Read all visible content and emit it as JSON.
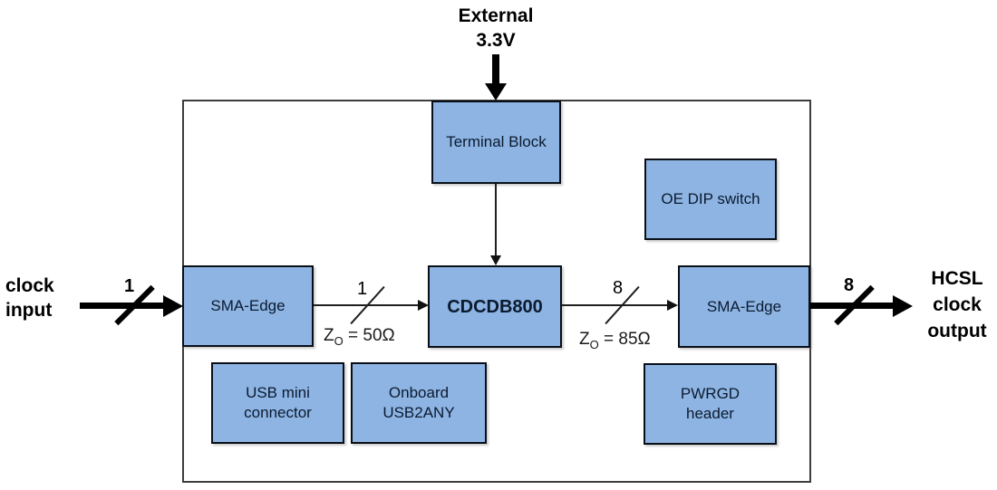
{
  "colors": {
    "box_fill": "#8DB4E2",
    "box_border": "#0A0F17",
    "box_text": "#0C1A30",
    "outline_border": "#3D3D3D",
    "arrow_color": "#000000",
    "background": "#FFFFFF"
  },
  "labels": {
    "external_supply": "External\n3.3V",
    "clock_input": "clock\ninput",
    "hcsl_output": "HCSL\nclock\noutput"
  },
  "boxes": {
    "terminal_block": {
      "label": "Terminal Block"
    },
    "oe_dip_switch": {
      "label": "OE DIP switch"
    },
    "sma_edge_in": {
      "label": "SMA-Edge"
    },
    "cdcdb800": {
      "label": "CDCDB800"
    },
    "sma_edge_out": {
      "label": "SMA-Edge"
    },
    "usb_mini": {
      "label": "USB mini\nconnector"
    },
    "onboard_usb2any": {
      "label": "Onboard\nUSB2ANY"
    },
    "pwrgd_header": {
      "label": "PWRGD\nheader"
    }
  },
  "bus_widths": {
    "input": "1",
    "sma_to_cdcdb800": "1",
    "cdcdb800_to_sma": "8",
    "output": "8"
  },
  "impedance": {
    "input_side": {
      "base": "Z",
      "sub": "O",
      "rest": " = 50Ω"
    },
    "output_side": {
      "base": "Z",
      "sub": "O",
      "rest": " = 85Ω"
    }
  }
}
